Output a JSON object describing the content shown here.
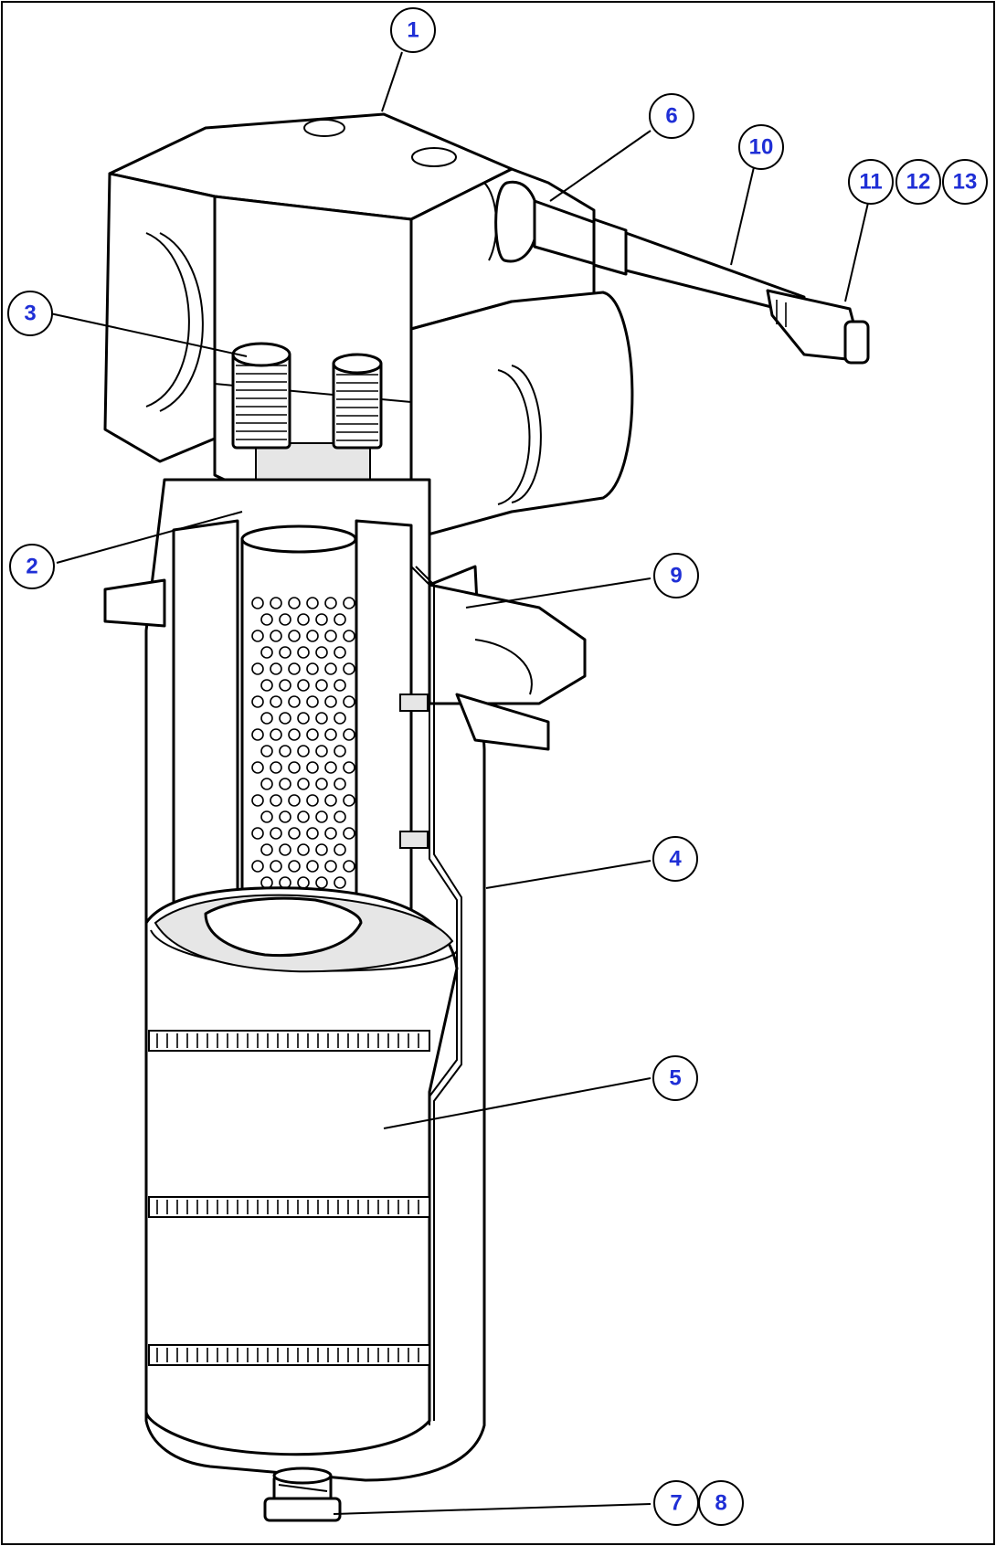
{
  "callouts": [
    {
      "id": "c1",
      "label": "1"
    },
    {
      "id": "c2",
      "label": "2"
    },
    {
      "id": "c3",
      "label": "3"
    },
    {
      "id": "c4",
      "label": "4"
    },
    {
      "id": "c5",
      "label": "5"
    },
    {
      "id": "c6",
      "label": "6"
    },
    {
      "id": "c7",
      "label": "7"
    },
    {
      "id": "c8",
      "label": "8"
    },
    {
      "id": "c9",
      "label": "9"
    },
    {
      "id": "c10",
      "label": "10"
    },
    {
      "id": "c11",
      "label": "11"
    },
    {
      "id": "c12",
      "label": "12"
    },
    {
      "id": "c13",
      "label": "13"
    }
  ],
  "colors": {
    "callout_text": "#1f2fd6",
    "line": "#000000",
    "background": "#ffffff"
  }
}
